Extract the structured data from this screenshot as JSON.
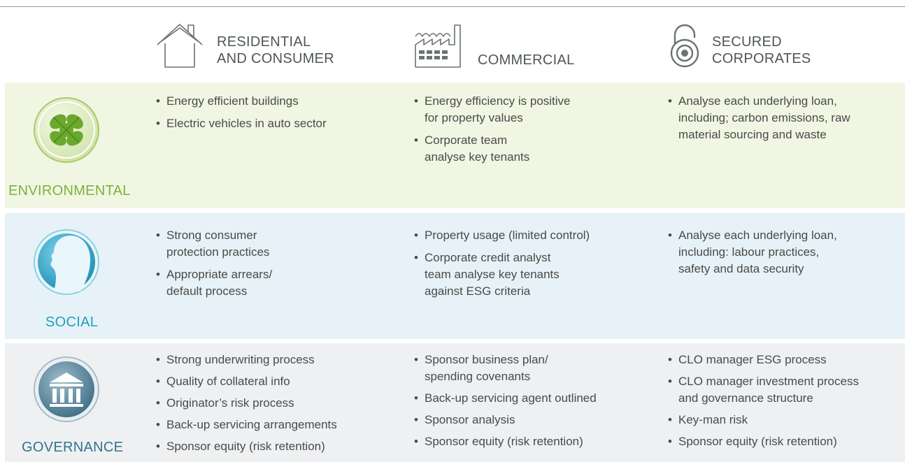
{
  "columns": [
    {
      "title": "RESIDENTIAL\nAND CONSUMER",
      "icon": "house-icon"
    },
    {
      "title": "COMMERCIAL",
      "icon": "factory-icon"
    },
    {
      "title": "SECURED\nCORPORATES",
      "icon": "padlock-icon"
    }
  ],
  "rows": [
    {
      "label": "ENVIRONMENTAL",
      "icon": "leaf-icon",
      "color": "#7ab33e",
      "cells": [
        [
          "Energy efficient buildings",
          "Electric vehicles in auto sector"
        ],
        [
          "Energy efficiency is positive\nfor property values",
          "Corporate team\nanalyse key tenants"
        ],
        [
          "Analyse each underlying loan,\nincluding; carbon emissions, raw\nmaterial sourcing and waste"
        ]
      ]
    },
    {
      "label": "SOCIAL",
      "icon": "face-profile-icon",
      "color": "#1e9fc2",
      "cells": [
        [
          "Strong consumer\nprotection practices",
          "Appropriate arrears/\ndefault process"
        ],
        [
          "Property usage (limited control)",
          "Corporate credit analyst\nteam analyse key tenants\nagainst ESG criteria"
        ],
        [
          "Analyse each underlying loan,\nincluding: labour practices,\nsafety and data security"
        ]
      ]
    },
    {
      "label": "GOVERNANCE",
      "icon": "building-columns-icon",
      "color": "#35748e",
      "cells": [
        [
          "Strong underwriting process",
          "Quality of collateral info",
          "Originator’s risk process",
          "Back-up servicing arrangements",
          "Sponsor equity (risk retention)"
        ],
        [
          "Sponsor business plan/\nspending covenants",
          "Back-up servicing agent outlined",
          "Sponsor analysis",
          "Sponsor equity (risk retention)"
        ],
        [
          "CLO manager ESG process",
          "CLO manager investment process\nand governance structure",
          "Key-man risk",
          "Sponsor equity (risk retention)"
        ]
      ]
    }
  ]
}
